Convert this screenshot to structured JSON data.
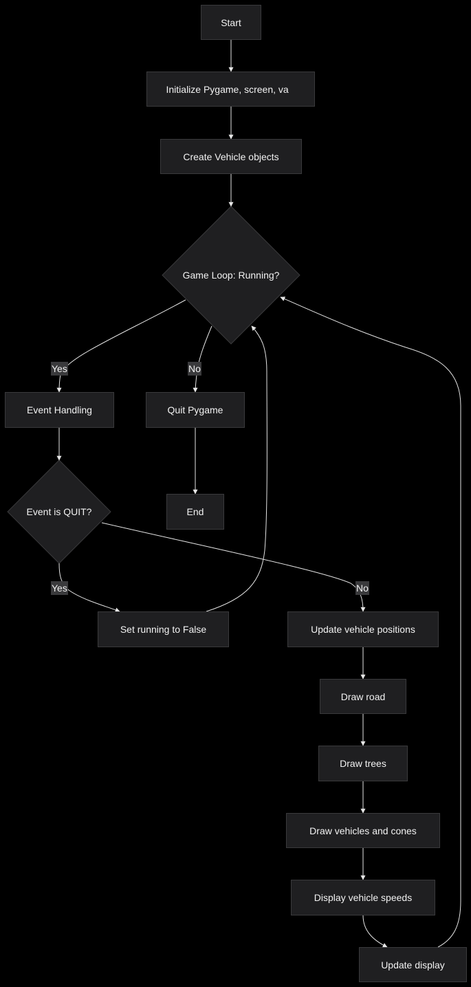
{
  "nodes": {
    "start": "Start",
    "init": "Initialize Pygame, screen, va",
    "create": "Create Vehicle objects",
    "loop": "Game Loop: Running?",
    "event_handling": "Event Handling",
    "quit_pygame": "Quit Pygame",
    "event_quit": "Event is QUIT?",
    "end": "End",
    "set_false": "Set running to False",
    "update_pos": "Update vehicle positions",
    "draw_road": "Draw road",
    "draw_trees": "Draw trees",
    "draw_vehicles": "Draw vehicles and cones",
    "display_speeds": "Display vehicle speeds",
    "update_display": "Update display"
  },
  "edge_labels": {
    "loop_yes": "Yes",
    "loop_no": "No",
    "quit_yes": "Yes",
    "quit_no": "No"
  },
  "colors": {
    "background": "#000000",
    "node_fill": "#1f1f21",
    "node_border": "#3a3a3c",
    "edge": "#e6e6e6",
    "text": "#f2f2f2",
    "label_bg": "#3a3a3c"
  }
}
